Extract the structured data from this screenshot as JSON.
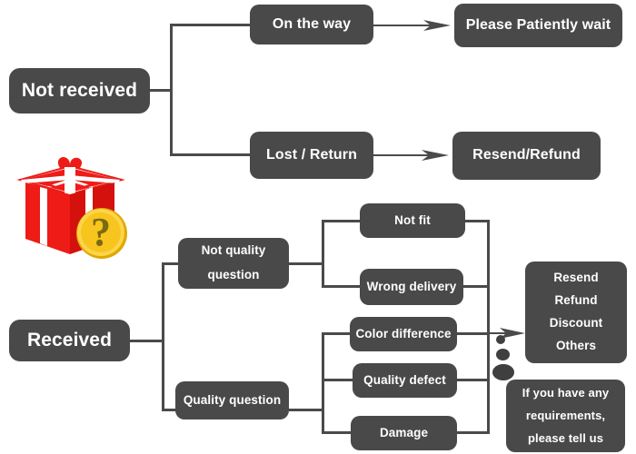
{
  "diagram": {
    "title": "Order status resolution flowchart",
    "colors": {
      "node_fill": "#494949",
      "node_text": "#ffffff",
      "connector": "#4a4a4a",
      "background": "#ffffff",
      "gift_red": "#ee1b17",
      "gift_badge": "#f7c51e"
    },
    "icon": {
      "name": "gift-box-question-icon",
      "label": "Red gift box with question mark badge"
    }
  },
  "nodes": {
    "not_received": "Not received",
    "on_the_way": "On the way",
    "please_wait": "Please Patiently wait",
    "lost_return": "Lost / Return",
    "resend_refund": "Resend/Refund",
    "received": "Received",
    "not_quality_question": "Not quality\nquestion",
    "not_quality_question_line1": "Not quality",
    "not_quality_question_line2": "question",
    "quality_question": "Quality question",
    "not_fit": "Not fit",
    "wrong_delivery": "Wrong delivery",
    "color_difference": "Color difference",
    "quality_defect": "Quality defect",
    "damage": "Damage",
    "outcomes": {
      "line1": "Resend",
      "line2": "Refund",
      "line3": "Discount",
      "line4": "Others"
    },
    "requirements": {
      "line1": "If you have any",
      "line2": "requirements,",
      "line3": "please tell us"
    }
  },
  "flow_edges": [
    {
      "from": "not_received",
      "to": "on_the_way",
      "style": "elbow"
    },
    {
      "from": "not_received",
      "to": "lost_return",
      "style": "elbow"
    },
    {
      "from": "on_the_way",
      "to": "please_wait",
      "style": "arrow"
    },
    {
      "from": "lost_return",
      "to": "resend_refund",
      "style": "arrow"
    },
    {
      "from": "received",
      "to": "not_quality_question",
      "style": "elbow"
    },
    {
      "from": "received",
      "to": "quality_question",
      "style": "elbow"
    },
    {
      "from": "not_quality_question",
      "to": "not_fit",
      "style": "elbow"
    },
    {
      "from": "not_quality_question",
      "to": "wrong_delivery",
      "style": "elbow"
    },
    {
      "from": "quality_question",
      "to": "color_difference",
      "style": "elbow"
    },
    {
      "from": "quality_question",
      "to": "quality_defect",
      "style": "elbow"
    },
    {
      "from": "quality_question",
      "to": "damage",
      "style": "elbow"
    },
    {
      "from": "not_fit",
      "to": "outcomes",
      "style": "merge-arrow"
    },
    {
      "from": "wrong_delivery",
      "to": "outcomes",
      "style": "merge-arrow"
    },
    {
      "from": "color_difference",
      "to": "outcomes",
      "style": "merge-arrow"
    },
    {
      "from": "quality_defect",
      "to": "outcomes",
      "style": "merge-arrow"
    },
    {
      "from": "damage",
      "to": "outcomes",
      "style": "merge-arrow"
    }
  ]
}
